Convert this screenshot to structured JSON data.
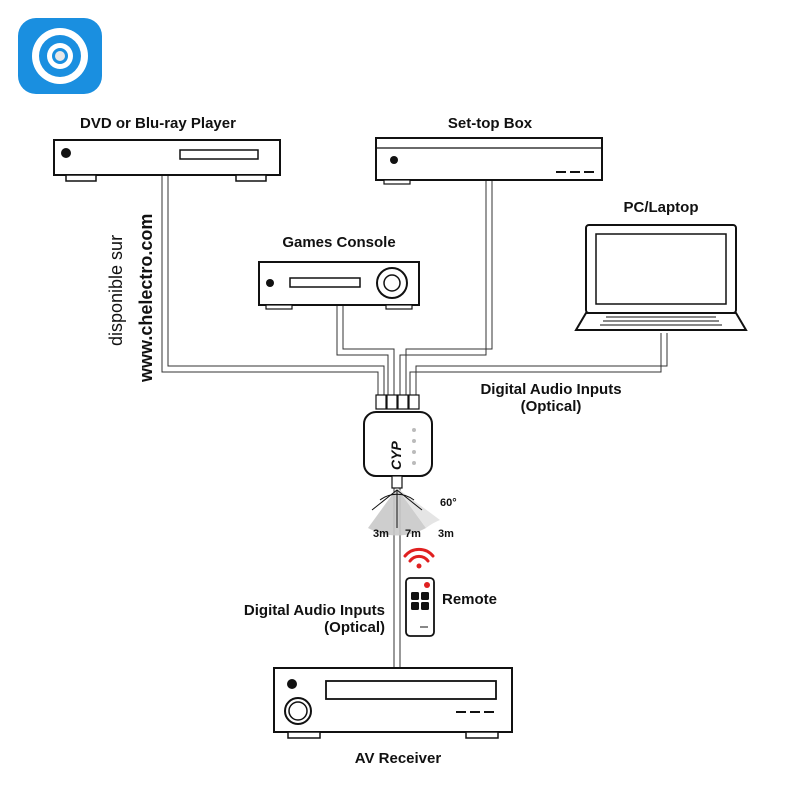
{
  "devices": {
    "dvd": "DVD or Blu-ray Player",
    "settop": "Set-top Box",
    "pc": "PC/Laptop",
    "games": "Games Console",
    "receiver": "AV Receiver",
    "remote": "Remote"
  },
  "labels": {
    "inputs_top_line1": "Digital Audio Inputs",
    "inputs_top_line2": "(Optical)",
    "inputs_bottom_line1": "Digital Audio Inputs",
    "inputs_bottom_line2": "(Optical)"
  },
  "ir_range": {
    "angle": "60°",
    "left": "3m",
    "center": "7m",
    "right": "3m"
  },
  "brand": {
    "switcher_logo": "CYP",
    "watermark_line1": "disponible sur",
    "watermark_line2": "www.chelectro.com"
  },
  "colors": {
    "logo_blue": "#1a8fe0",
    "cable": "#cfcfcf",
    "signal_red": "#e02020"
  }
}
